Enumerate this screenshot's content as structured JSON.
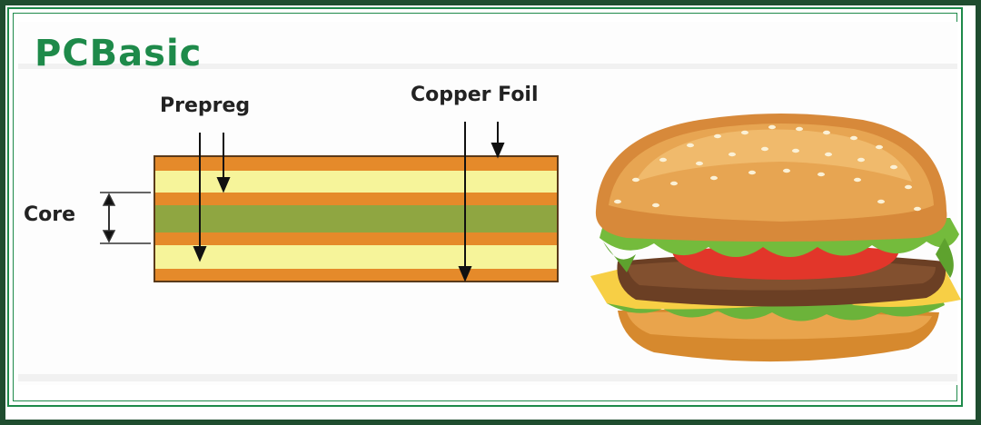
{
  "logo": {
    "text": "PCBasic",
    "color": "#1e8a4a",
    "icon": "pcbasic-logo-icon"
  },
  "diagram": {
    "labels": {
      "prepreg": "Prepreg",
      "copper_foil": "Copper Foil",
      "core": "Core"
    },
    "layers": [
      {
        "name": "copper",
        "color": "#e58a2a"
      },
      {
        "name": "prepreg",
        "color": "#f6f49a"
      },
      {
        "name": "copper",
        "color": "#e58a2a"
      },
      {
        "name": "core",
        "color": "#8fa641"
      },
      {
        "name": "copper",
        "color": "#e58a2a"
      },
      {
        "name": "prepreg",
        "color": "#f6f49a"
      },
      {
        "name": "copper",
        "color": "#e58a2a"
      }
    ]
  },
  "image": {
    "icon": "hamburger-icon"
  }
}
